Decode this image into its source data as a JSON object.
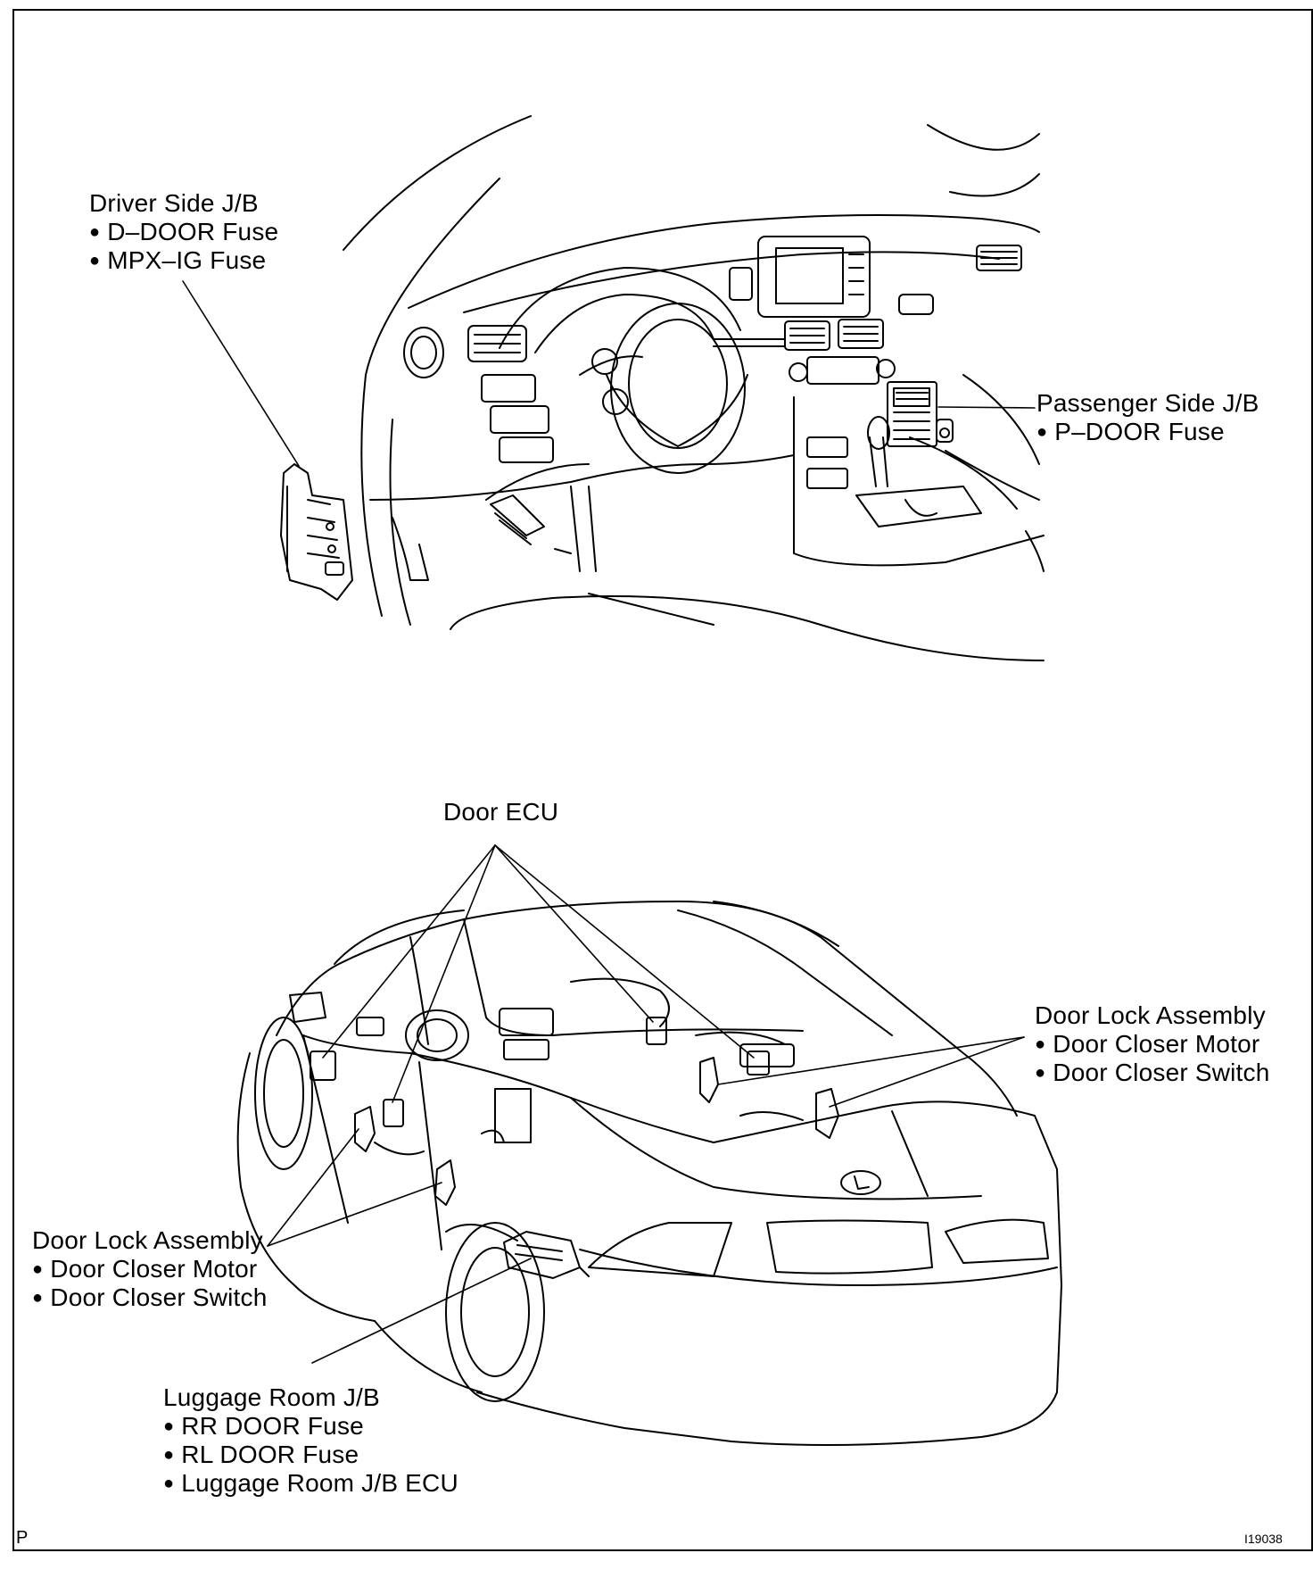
{
  "labels": {
    "driver_jb": {
      "title": "Driver Side J/B",
      "items": [
        "D–DOOR Fuse",
        "MPX–IG Fuse"
      ]
    },
    "passenger_jb": {
      "title": "Passenger Side J/B",
      "items": [
        "P–DOOR Fuse"
      ]
    },
    "door_ecu": {
      "title": "Door ECU"
    },
    "door_lock_rear": {
      "title": "Door Lock Assembly",
      "items": [
        "Door Closer Motor",
        "Door Closer Switch"
      ]
    },
    "door_lock_front": {
      "title": "Door Lock Assembly",
      "items": [
        "Door Closer Motor",
        "Door Closer Switch"
      ]
    },
    "luggage_jb": {
      "title": "Luggage Room J/B",
      "items": [
        "RR DOOR Fuse",
        "RL DOOR Fuse",
        "Luggage Room J/B ECU"
      ]
    }
  },
  "corner_left": "P",
  "figure_id": "I19038"
}
